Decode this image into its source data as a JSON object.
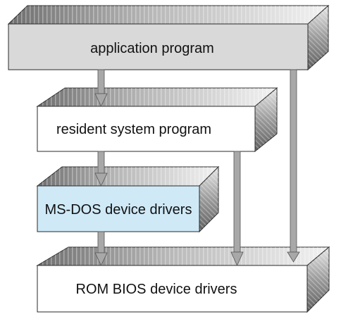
{
  "diagram": {
    "layers": [
      {
        "id": "application-program",
        "label": "application program",
        "face_color": "#d9d9d9"
      },
      {
        "id": "resident-system-program",
        "label": "resident system program",
        "face_color": "#ffffff"
      },
      {
        "id": "msdos-device-drivers",
        "label": "MS-DOS device drivers",
        "face_color": "#cfe9f7"
      },
      {
        "id": "rom-bios-device-drivers",
        "label": "ROM BIOS device drivers",
        "face_color": "#ffffff"
      }
    ],
    "arrows": [
      {
        "from": "application-program",
        "to": "resident-system-program"
      },
      {
        "from": "resident-system-program",
        "to": "msdos-device-drivers"
      },
      {
        "from": "msdos-device-drivers",
        "to": "rom-bios-device-drivers"
      },
      {
        "from": "resident-system-program",
        "to": "rom-bios-device-drivers"
      },
      {
        "from": "application-program",
        "to": "rom-bios-device-drivers"
      }
    ],
    "colors": {
      "top_face_dark": "#6e6e6e",
      "top_face_light": "#f2f2f2",
      "side_face_dark": "#5f5f5f",
      "side_face_light": "#e6e6e6",
      "outline": "#2a2a2a",
      "arrow_fill": "#a8a8a8",
      "arrow_stroke": "#555555"
    }
  }
}
